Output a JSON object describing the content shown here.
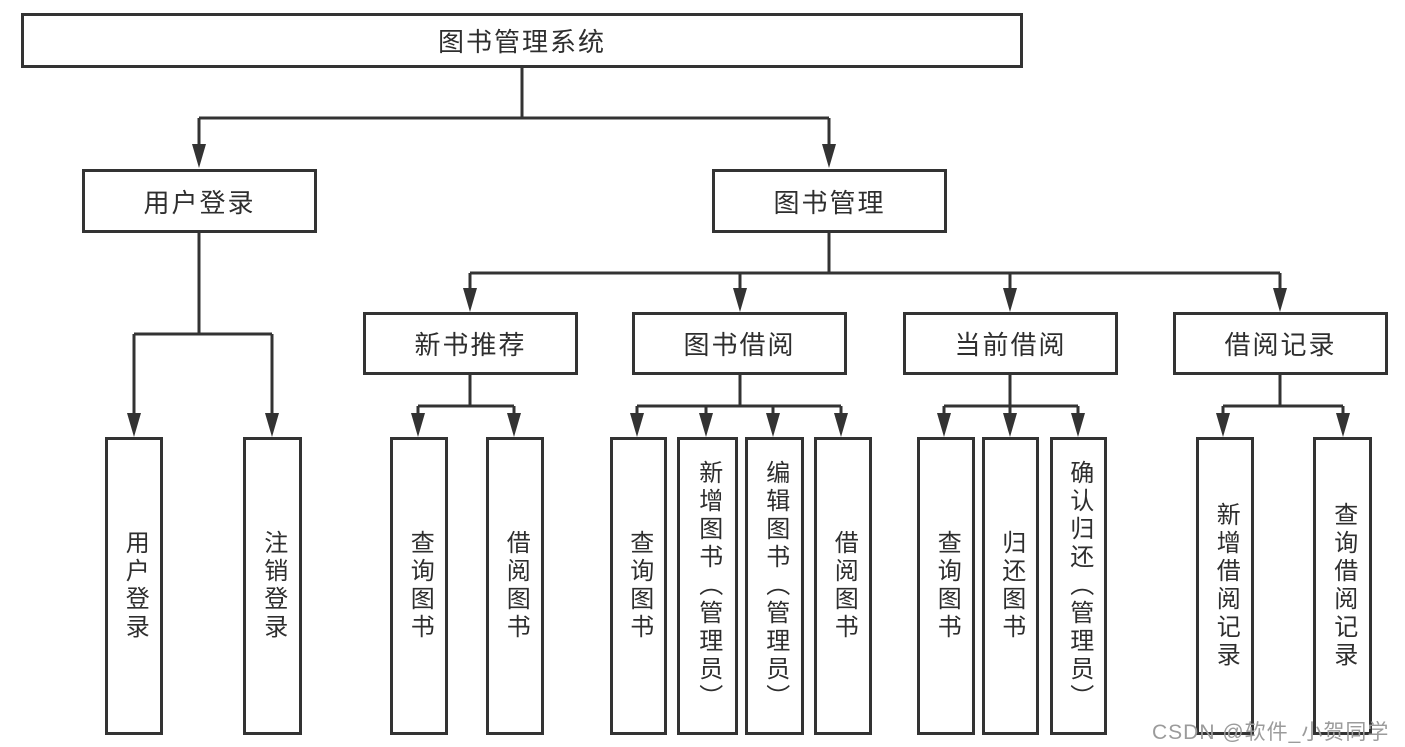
{
  "colors": {
    "line": "#333333",
    "box_border": "#333333",
    "text": "#2e2e2e",
    "watermark": "#9b9b9b",
    "background": "#ffffff"
  },
  "diagram": {
    "root": {
      "label": "图书管理系统"
    },
    "level2": [
      {
        "label": "用户登录",
        "children": [
          {
            "label": "用户登录"
          },
          {
            "label": "注销登录"
          }
        ]
      },
      {
        "label": "图书管理",
        "children": [
          {
            "label": "新书推荐",
            "children": [
              {
                "label": "查询图书"
              },
              {
                "label": "借阅图书"
              }
            ]
          },
          {
            "label": "图书借阅",
            "children": [
              {
                "label": "查询图书"
              },
              {
                "label": "新增图书（管理员）"
              },
              {
                "label": "编辑图书（管理员）"
              },
              {
                "label": "借阅图书"
              }
            ]
          },
          {
            "label": "当前借阅",
            "children": [
              {
                "label": "查询图书"
              },
              {
                "label": "归还图书"
              },
              {
                "label": "确认归还（管理员）"
              }
            ]
          },
          {
            "label": "借阅记录",
            "children": [
              {
                "label": "新增借阅记录"
              },
              {
                "label": "查询借阅记录"
              }
            ]
          }
        ]
      }
    ]
  },
  "watermark": {
    "text": "CSDN @软件_小贺同学"
  }
}
